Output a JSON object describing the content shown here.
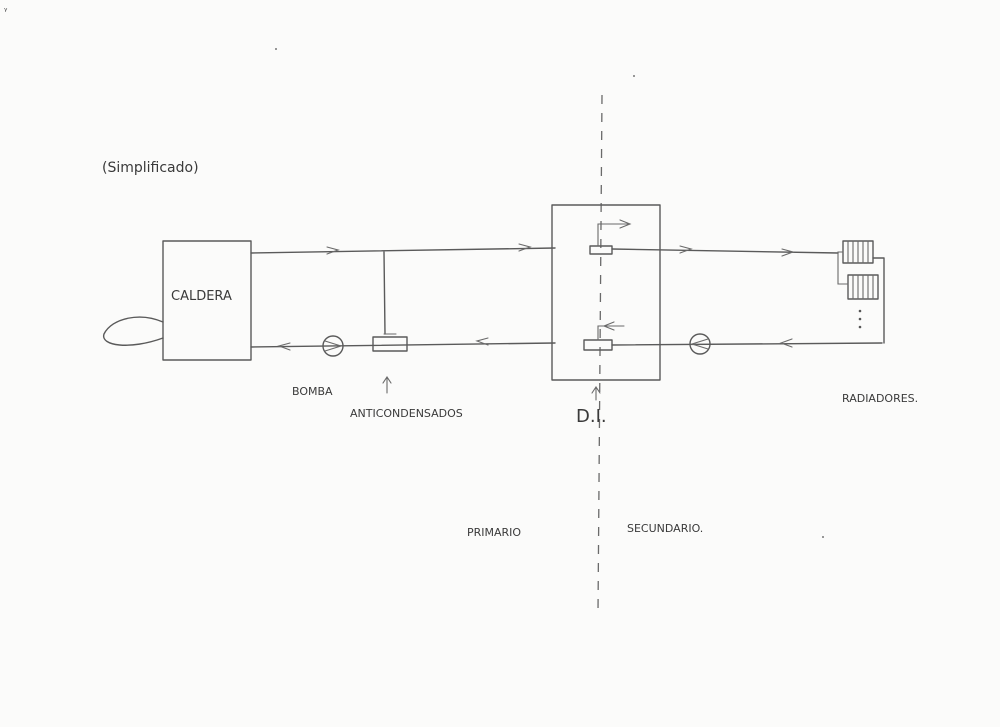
{
  "annotations": {
    "subtitle": "(Simplificado)",
    "boiler": "CALDERA",
    "pump_left": "BOMBA",
    "anticondensation": "ANTICONDENSADOS",
    "exchanger": "D.I.",
    "radiators": "RADIADORES.",
    "primary": "PRIMARIO",
    "secondary": "SECUNDARIO."
  },
  "colors": {
    "ink": "#5a5a5a",
    "paper": "#fbfbfa"
  }
}
